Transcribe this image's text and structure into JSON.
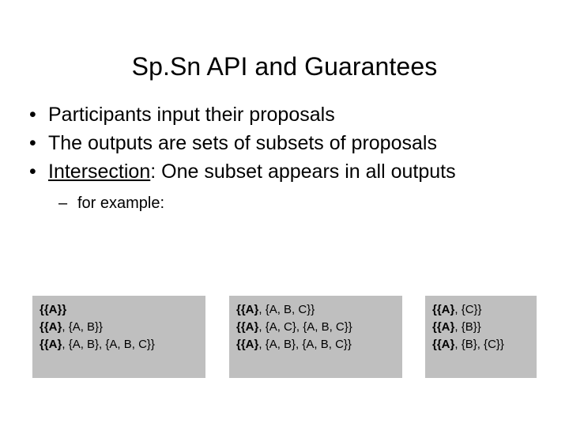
{
  "slide": {
    "title": "Sp.Sn API and Guarantees",
    "bullets": [
      {
        "marker": "•",
        "text": "Participants input their proposals",
        "underline_prefix": ""
      },
      {
        "marker": "•",
        "text": "The outputs are sets of subsets of proposals",
        "underline_prefix": ""
      },
      {
        "marker": "•",
        "text": ": One subset appears in all outputs",
        "underline_prefix": "Intersection"
      }
    ],
    "sub_bullets": [
      {
        "marker": "–",
        "text": "for example:"
      }
    ],
    "boxes": [
      {
        "lines": [
          {
            "bold": "{{A}}",
            "rest": ""
          },
          {
            "bold": "{{A}",
            "rest": ", {A, B}}"
          },
          {
            "bold": "{{A}",
            "rest": ", {A, B}, {A, B, C}}"
          }
        ]
      },
      {
        "lines": [
          {
            "bold": "{{A}",
            "rest": ", {A, B, C}}"
          },
          {
            "bold": "{{A}",
            "rest": ", {A, C}, {A, B, C}}"
          },
          {
            "bold": "{{A}",
            "rest": ", {A, B}, {A, B, C}}"
          }
        ]
      },
      {
        "lines": [
          {
            "bold": "{{A}",
            "rest": ", {C}}"
          },
          {
            "bold": "{{A}",
            "rest": ", {B}}"
          },
          {
            "bold": "{{A}",
            "rest": ", {B}, {C}}"
          }
        ]
      }
    ],
    "box_background": "#bfbfbf"
  }
}
